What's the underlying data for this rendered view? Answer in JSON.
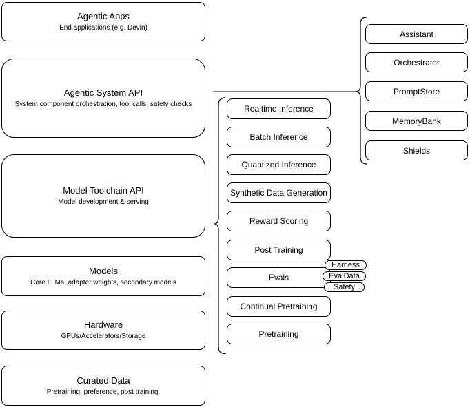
{
  "stack": {
    "layers": [
      {
        "title": "Agentic Apps",
        "subtitle": "End applications (e.g. Devin)"
      },
      {
        "title": "Agentic System API",
        "subtitle": "System component orchestration, tool calls, safety checks"
      },
      {
        "title": "Model Toolchain API",
        "subtitle": "Model development & serving"
      },
      {
        "title": "Models",
        "subtitle": "Core LLMs, adapter weights, secondary models"
      },
      {
        "title": "Hardware",
        "subtitle": "GPUs/Accelerators/Storage"
      },
      {
        "title": "Curated Data",
        "subtitle": "Pretraining, preference, post training."
      }
    ]
  },
  "toolchain_services": {
    "items": [
      "Realtime Inference",
      "Batch Inference",
      "Quantized Inference",
      "Synthetic Data Generation",
      "Reward Scoring",
      "Post Training",
      "Evals",
      "Continual Pretraining",
      "Pretraining"
    ]
  },
  "eval_addons": {
    "items": [
      "Harness",
      "EvalData",
      "Safety"
    ]
  },
  "system_components": {
    "items": [
      "Assistant",
      "Orchestrator",
      "PromptStore",
      "MemoryBank",
      "Shields"
    ]
  },
  "colors": {
    "border": "#000000",
    "background": "#ffffff",
    "text": "#000000",
    "connector": "#4d4d4d"
  }
}
